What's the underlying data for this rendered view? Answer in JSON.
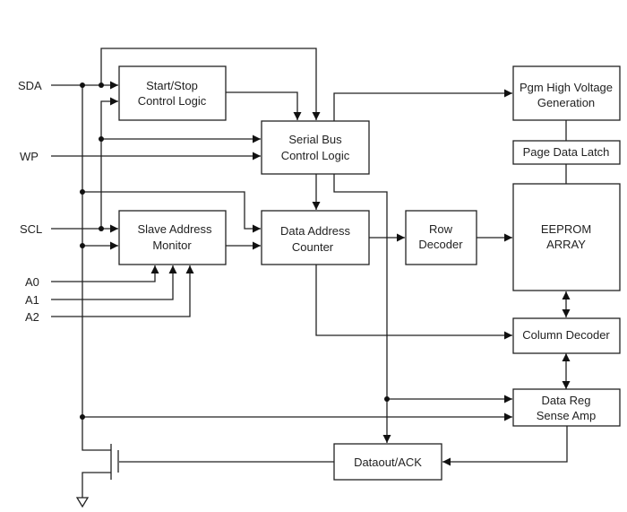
{
  "inputs": {
    "sda": "SDA",
    "wp": "WP",
    "scl": "SCL",
    "a0": "A0",
    "a1": "A1",
    "a2": "A2"
  },
  "blocks": {
    "start_stop": [
      "Start/Stop",
      "Control Logic"
    ],
    "serial_bus": [
      "Serial Bus",
      "Control Logic"
    ],
    "slave_address": [
      "Slave Address",
      "Monitor"
    ],
    "data_address": [
      "Data Address",
      "Counter"
    ],
    "row_decoder": [
      "Row",
      "Decoder"
    ],
    "pgm_high_voltage": [
      "Pgm High Voltage",
      "Generation"
    ],
    "page_data_latch": [
      "Page Data Latch"
    ],
    "eeprom_array": [
      "EEPROM",
      "ARRAY"
    ],
    "column_decoder": [
      "Column Decoder"
    ],
    "data_reg": [
      "Data Reg",
      "Sense Amp"
    ],
    "dataout": [
      "Dataout/ACK"
    ]
  }
}
